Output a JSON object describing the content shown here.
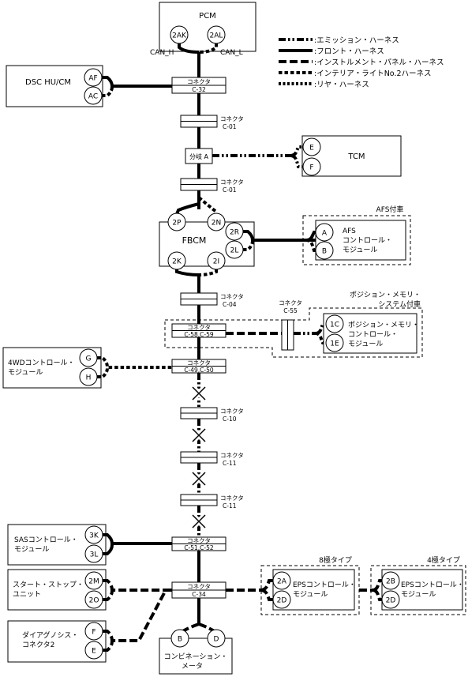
{
  "legend": {
    "emission": ":エミッション・ハーネス",
    "front": ":フロント・ハーネス",
    "instrument": ":インストルメント・パネル・ハーネス",
    "interior": ":インテリア・ライトNo.2ハーネス",
    "rear": ":リヤ・ハーネス"
  },
  "modules": {
    "pcm": {
      "name": "PCM",
      "pins": [
        "2AK",
        "2AL"
      ],
      "signals": [
        "CAN_H",
        "CAN_L"
      ]
    },
    "dsc": {
      "name": "DSC HU/CM",
      "pins": [
        "AF",
        "AC"
      ]
    },
    "tcm": {
      "name": "TCM",
      "pins": [
        "E",
        "F"
      ]
    },
    "fbcm": {
      "name": "FBCM",
      "pins_top": [
        "2P",
        "2N"
      ],
      "pins_right": [
        "2R",
        "2L"
      ],
      "pins_bottom": [
        "2K",
        "2I"
      ]
    },
    "afs": {
      "group": "AFS付車",
      "name_l1": "AFS",
      "name_l2": "コントロール・",
      "name_l3": "モジュール",
      "pins": [
        "A",
        "B"
      ]
    },
    "position": {
      "group_l1": "ポジション・メモリ・",
      "group_l2": "システム付車",
      "name_l1": "ポジション・メモリ・",
      "name_l2": "コントロール・",
      "name_l3": "モジュール",
      "pins": [
        "1C",
        "1E"
      ]
    },
    "awd": {
      "name_l1": "4WDコントロール・",
      "name_l2": "モジュール",
      "pins": [
        "G",
        "H"
      ]
    },
    "sas": {
      "name_l1": "SASコントロール・",
      "name_l2": "モジュール",
      "pins": [
        "3K",
        "3L"
      ]
    },
    "start": {
      "name_l1": "スタート・ストップ・",
      "name_l2": "ユニット",
      "pins": [
        "2M",
        "2O"
      ]
    },
    "diag": {
      "name_l1": "ダイアグノシス・",
      "name_l2": "コネクタ2",
      "pins": [
        "F",
        "E"
      ]
    },
    "eps8": {
      "group": "8極タイプ",
      "name_l1": "EPSコントロール・",
      "name_l2": "モジュール",
      "pins": [
        "2A",
        "2D"
      ]
    },
    "eps4": {
      "group": "4極タイプ",
      "name_l1": "EPSコントロール・",
      "name_l2": "モジュール",
      "pins": [
        "2B",
        "2D"
      ]
    },
    "meter": {
      "name_l1": "コンビネーション・",
      "name_l2": "メータ",
      "pins": [
        "B",
        "D"
      ]
    }
  },
  "connectors": {
    "c32": {
      "l1": "コネクタ",
      "l2": "C-32"
    },
    "c01a": {
      "l1": "コネクタ",
      "l2": "C-01"
    },
    "branch": {
      "label": "分岐 A"
    },
    "c01b": {
      "l1": "コネクタ",
      "l2": "C-01"
    },
    "c04": {
      "l1": "コネクタ",
      "l2": "C-04"
    },
    "c55": {
      "l1": "コネクタ",
      "l2": "C-55"
    },
    "c5859": {
      "l1": "コネクタ",
      "l2": "C-58,C-59"
    },
    "c4950": {
      "l1": "コネクタ",
      "l2": "C-49,C-50"
    },
    "c10": {
      "l1": "コネクタ",
      "l2": "C-10"
    },
    "c11a": {
      "l1": "コネクタ",
      "l2": "C-11"
    },
    "c11b": {
      "l1": "コネクタ",
      "l2": "C-11"
    },
    "c5152": {
      "l1": "コネクタ",
      "l2": "C-51,C-52"
    },
    "c34": {
      "l1": "コネクタ",
      "l2": "C-34"
    }
  }
}
